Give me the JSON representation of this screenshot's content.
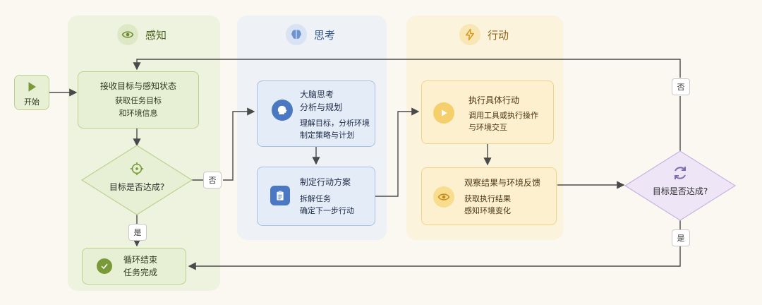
{
  "lanes": {
    "perceive": {
      "title": "感知",
      "icon": "eye-icon"
    },
    "think": {
      "title": "思考",
      "icon": "brain-icon"
    },
    "act": {
      "title": "行动",
      "icon": "lightning-icon"
    }
  },
  "start": {
    "label": "开始",
    "icon": "play-icon"
  },
  "receive": {
    "title": "接收目标与感知状态",
    "line1": "获取任务目标",
    "line2": "和环境信息"
  },
  "check1": {
    "label": "目标是否达成?",
    "icon": "target-icon"
  },
  "think_box": {
    "title1": "大脑思考",
    "title2": "分析与规划",
    "line1": "理解目标，分析环境",
    "line2": "制定策略与计划",
    "icon": "head-icon"
  },
  "plan_box": {
    "title": "制定行动方案",
    "line1": "拆解任务",
    "line2": "确定下一步行动",
    "icon": "clipboard-icon"
  },
  "exec_box": {
    "title": "执行具体行动",
    "line1": "调用工具或执行操作",
    "line2": "与环境交互",
    "icon": "play-circle-icon"
  },
  "observe_box": {
    "title": "观察结果与环境反馈",
    "line1": "获取执行结果",
    "line2": "感知环境变化",
    "icon": "eye-icon"
  },
  "check2": {
    "label": "目标是否达成?",
    "icon": "refresh-icon"
  },
  "end_box": {
    "line1": "循环结束",
    "line2": "任务完成",
    "icon": "check-circle-icon"
  },
  "tags": {
    "no1": "否",
    "yes1": "是",
    "no2": "否",
    "yes2": "是"
  },
  "colors": {
    "green": "#7a9a3a",
    "blue": "#4a78c2",
    "amber": "#d9a23a",
    "purple": "#7c6bb0",
    "arrow": "#4a4a4a"
  }
}
